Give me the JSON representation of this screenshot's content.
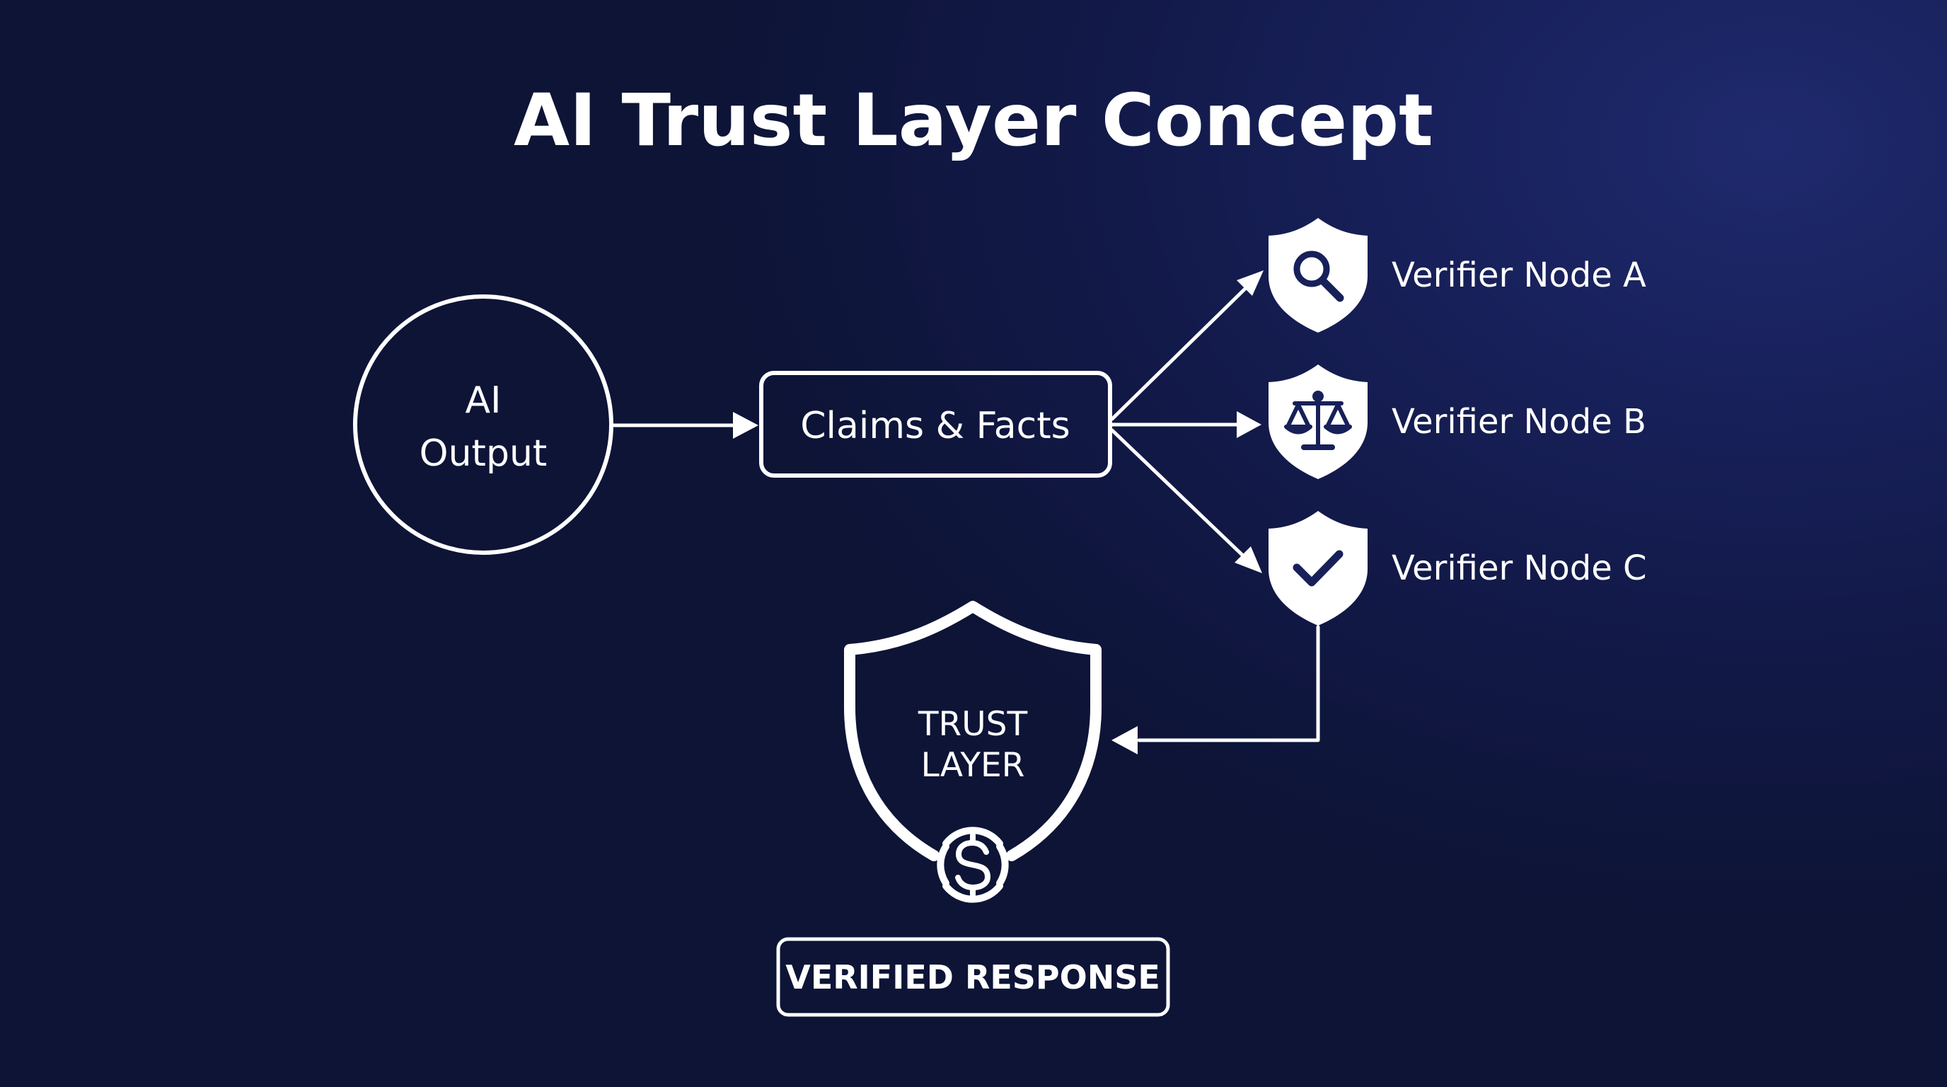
{
  "title": "AI Trust Layer Concept",
  "colors": {
    "background": "#111845",
    "foreground": "#ffffff",
    "shield_glyph": "#172059"
  },
  "source": {
    "line1": "AI",
    "line2": "Output"
  },
  "claims": {
    "label": "Claims & Facts"
  },
  "verifiers": [
    {
      "label": "Verifier Node A",
      "icon": "magnifier-icon"
    },
    {
      "label": "Verifier Node B",
      "icon": "scales-icon"
    },
    {
      "label": "Verifier Node C",
      "icon": "checkmark-icon"
    }
  ],
  "trust_layer": {
    "line1": "TRUST",
    "line2": "LAYER",
    "icon": "dollar-coin-icon"
  },
  "result": {
    "label": "VERIFIED RESPONSE"
  }
}
